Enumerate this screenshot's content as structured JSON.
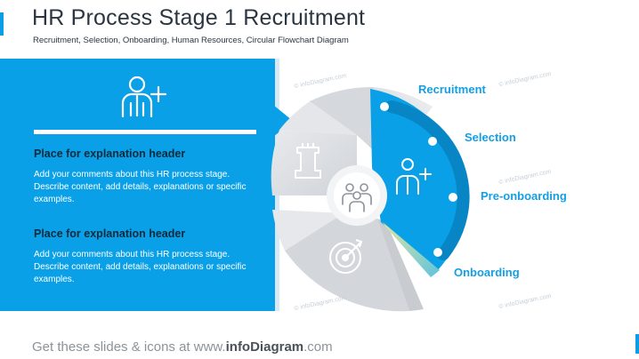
{
  "header": {
    "title": "HR Process Stage 1 Recruitment",
    "subtitle": "Recruitment, Selection, Onboarding, Human Resources, Circular Flowchart Diagram"
  },
  "panel": {
    "icon": "add-user-icon",
    "blocks": [
      {
        "heading": "Place for explanation header",
        "body": "Add your comments about this HR process stage. Describe content, add details, explanations or specific examples."
      },
      {
        "heading": "Place for explanation header",
        "body": "Add your comments about this HR process stage. Describe content, add details, explanations or specific examples."
      }
    ]
  },
  "diagram": {
    "center_icon": "people-group-icon",
    "segment_icons": [
      "chess-rook-icon",
      "target-arrow-icon",
      "add-user-icon"
    ],
    "stages": [
      "Recruitment",
      "Selection",
      "Pre-onboarding",
      "Onboarding"
    ],
    "accent_color": "#0aa0e8",
    "segment_color": "#dcdfe3"
  },
  "watermark": "© infoDiagram.com",
  "footer": {
    "prefix": "Get these slides & icons at www.",
    "brand": "infoDiagram",
    "suffix": ".com"
  }
}
